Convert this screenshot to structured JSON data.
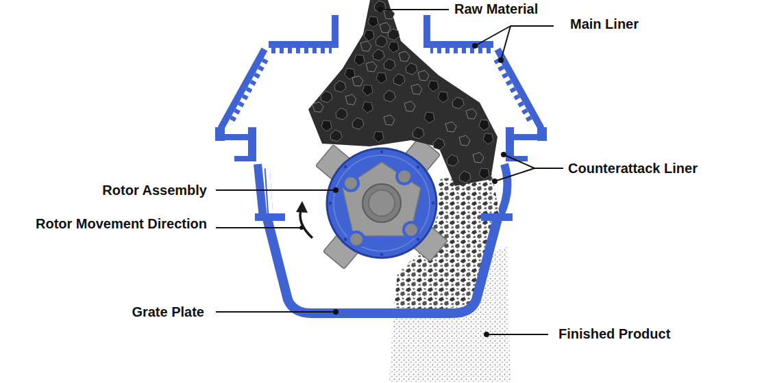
{
  "diagram": {
    "labels": [
      "Raw Material",
      "Main Liner",
      "Counterattack Liner",
      "Rotor Assembly",
      "Rotor Movement Direction",
      "Grate Plate",
      "Finished Product"
    ]
  }
}
